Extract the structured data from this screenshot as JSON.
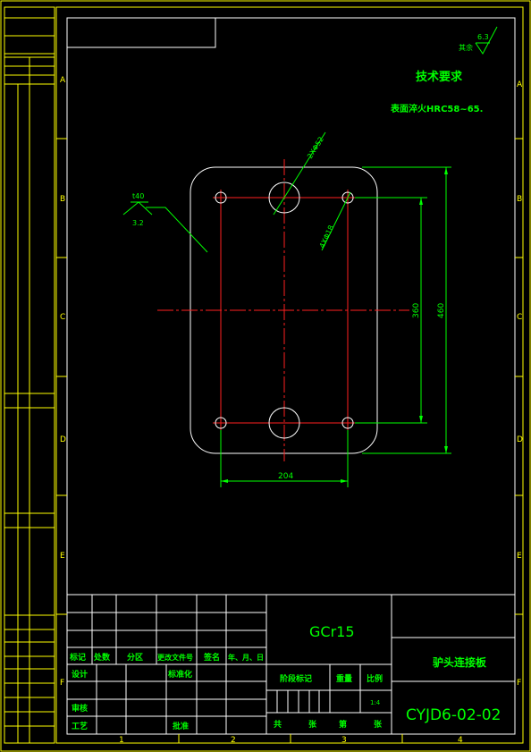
{
  "border": {
    "zone_letters_left": [
      "A",
      "B",
      "C",
      "D",
      "E",
      "F"
    ],
    "zone_letters_right": [
      "A",
      "B",
      "C",
      "D",
      "E",
      "F"
    ],
    "zone_numbers_bottom": [
      "1",
      "2",
      "3",
      "4"
    ]
  },
  "surface_finish": {
    "top_right_label": "其余",
    "top_right_value": "6.3",
    "part_value": "3.2",
    "part_thickness": "t40"
  },
  "tech_requirements": {
    "title": "技术要求",
    "item": "表面淬火HRC58~65."
  },
  "dimensions": {
    "width": "204",
    "height_inner": "360",
    "height_outer": "460",
    "large_holes": "2XΦ52",
    "small_holes": "4XΦ18"
  },
  "title_block": {
    "material": "GCr15",
    "part_name": "驴头连接板",
    "drawing_no": "CYJD6-02-02",
    "scale": "1:4",
    "row_labels": {
      "mark": "标记",
      "count": "处数",
      "zone": "分区",
      "change_doc": "更改文件号",
      "sign": "签名",
      "date": "年、月、日",
      "design": "设计",
      "standardize": "标准化",
      "review": "审核",
      "process": "工艺",
      "approve": "批准",
      "stage_mark": "阶段标记",
      "weight": "重量",
      "scale_label": "比例",
      "total": "共",
      "sheet": "张",
      "page": "第",
      "sheet2": "张"
    }
  }
}
